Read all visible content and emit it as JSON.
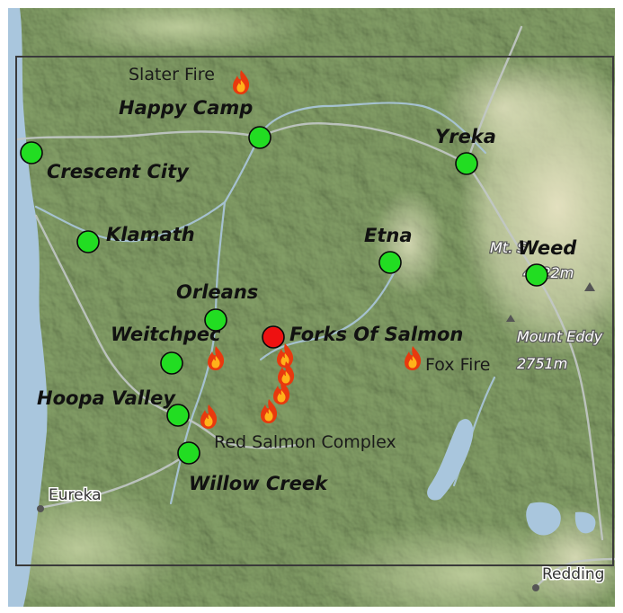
{
  "colors": {
    "town_marker": "#22dd22",
    "selected_marker": "#ee1111",
    "fire_outer": "#e8390e",
    "fire_inner": "#ffb21a",
    "terrain": "#7f9a64",
    "ocean": "#a9c6dd"
  },
  "towns": [
    {
      "name": "Happy Camp",
      "selected": false
    },
    {
      "name": "Crescent City",
      "selected": false
    },
    {
      "name": "Yreka",
      "selected": false
    },
    {
      "name": "Klamath",
      "selected": false
    },
    {
      "name": "Etna",
      "selected": false
    },
    {
      "name": "Weed",
      "selected": false
    },
    {
      "name": "Orleans",
      "selected": false
    },
    {
      "name": "Weitchpec",
      "selected": false
    },
    {
      "name": "Forks Of Salmon",
      "selected": true
    },
    {
      "name": "Hoopa Valley",
      "selected": false
    },
    {
      "name": "Willow Creek",
      "selected": false
    }
  ],
  "fire_labels": {
    "slater": "Slater Fire",
    "fox": "Fox Fire",
    "red_salmon": "Red Salmon Complex"
  },
  "fire_icon_name": "fire-icon",
  "basemap_labels": {
    "eureka": "Eureka",
    "redding": "Redding",
    "mt_peak_name": "Mt. S",
    "mt_peak_elev": "4322m",
    "eddy_name": "Mount Eddy",
    "eddy_elev": "2751m"
  }
}
